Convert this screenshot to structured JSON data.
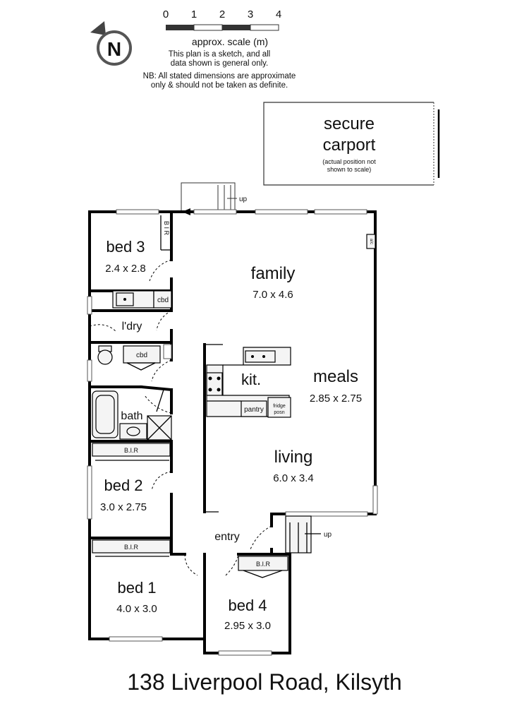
{
  "scale": {
    "ticks": [
      "0",
      "1",
      "2",
      "3",
      "4"
    ],
    "label": "approx. scale (m)"
  },
  "compass": {
    "letter": "N",
    "icon": "north-arrow-icon"
  },
  "disclaimer": {
    "line1": "This plan is a sketch, and all",
    "line2": "data shown is general only.",
    "line3": "NB: All stated dimensions are approximate",
    "line4": "only & should not be taken as definite."
  },
  "carport": {
    "line1": "secure",
    "line2": "carport",
    "note1": "(actual position not",
    "note2": "shown to scale)"
  },
  "rooms": {
    "bed3": {
      "name": "bed 3",
      "size": "2.4 x 2.8"
    },
    "family": {
      "name": "family",
      "size": "7.0 x 4.6"
    },
    "meals": {
      "name": "meals",
      "size": "2.85 x 2.75"
    },
    "living": {
      "name": "living",
      "size": "6.0 x 3.4"
    },
    "bed2": {
      "name": "bed 2",
      "size": "3.0 x 2.75"
    },
    "bed1": {
      "name": "bed 1",
      "size": "4.0 x 3.0"
    },
    "bed4": {
      "name": "bed 4",
      "size": "2.95 x 3.0"
    },
    "kit": {
      "name": "kit."
    },
    "laundry": {
      "name": "l'dry"
    },
    "bath": {
      "name": "bath"
    },
    "entry": {
      "name": "entry"
    }
  },
  "small_labels": {
    "bir_bed3": "B I R",
    "cbd_laundry": "cbd",
    "cbd_wc": "cbd",
    "bir_bed2": "B.I.R",
    "bir_bed1": "B.I.R",
    "bir_bed4": "B.I.R",
    "pantry": "pantry",
    "fridge1": "fridge",
    "fridge2": "posn",
    "ac": "a/c",
    "up_top": "up",
    "up_entry": "up"
  },
  "address": "138 Liverpool Road, Kilsyth"
}
